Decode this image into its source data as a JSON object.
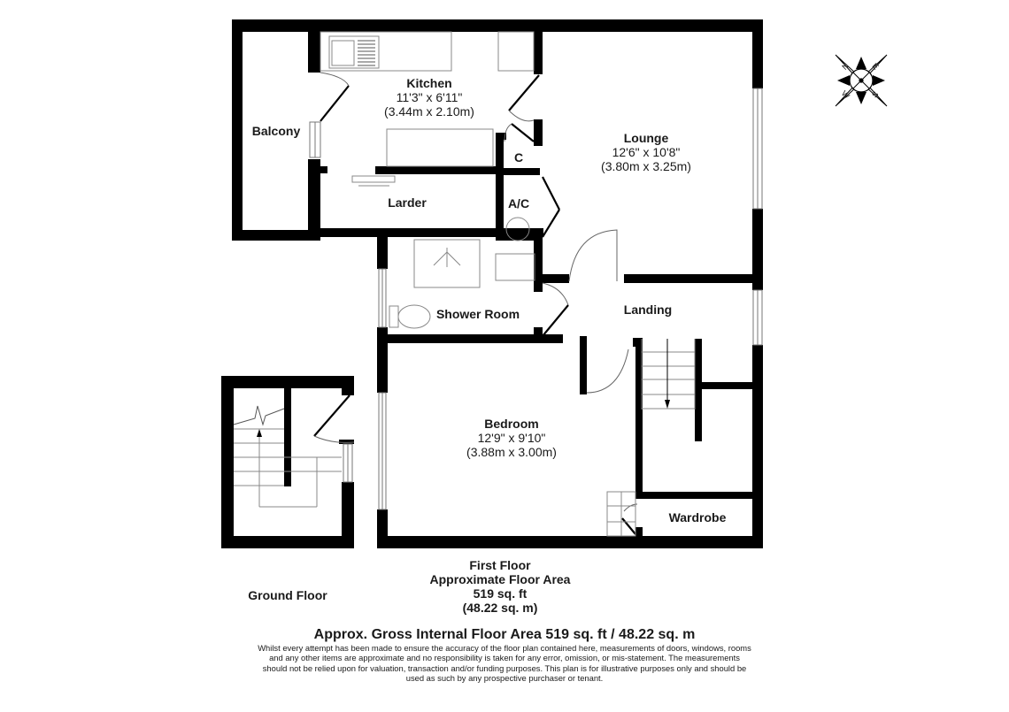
{
  "plan": {
    "rooms": {
      "kitchen": {
        "name": "Kitchen",
        "imperial": "11'3\" x 6'11\"",
        "metric": "(3.44m x 2.10m)"
      },
      "lounge": {
        "name": "Lounge",
        "imperial": "12'6\" x 10'8\"",
        "metric": "(3.80m x 3.25m)"
      },
      "bedroom": {
        "name": "Bedroom",
        "imperial": "12'9\" x 9'10\"",
        "metric": "(3.88m x 3.00m)"
      },
      "balcony": {
        "name": "Balcony"
      },
      "larder": {
        "name": "Larder"
      },
      "cupboard": {
        "name": "C"
      },
      "airing_cupboard": {
        "name": "A/C"
      },
      "shower_room": {
        "name": "Shower Room"
      },
      "landing": {
        "name": "Landing"
      },
      "wardrobe": {
        "name": "Wardrobe"
      }
    },
    "compass": {
      "N": "N",
      "E": "E",
      "S": "S",
      "W": "W"
    },
    "floors": {
      "ground": {
        "label": "Ground Floor"
      },
      "first": {
        "label": "First Floor",
        "area_title": "Approximate Floor Area",
        "area_sqft": "519 sq. ft",
        "area_sqm": "(48.22 sq. m)"
      }
    },
    "footer": {
      "gross_area": "Approx. Gross Internal Floor Area 519 sq. ft / 48.22 sq. m",
      "disclaimer": "Whilst every attempt has been made to ensure the accuracy of the floor plan contained here, measurements of doors, windows, rooms and any other items are approximate and no responsibility is taken for any error, omission, or mis-statement. The measurements should not be relied upon for valuation, transaction and/or funding purposes. This plan is for illustrative purposes only and should be used as such by any prospective purchaser or tenant."
    },
    "colors": {
      "wall": "#000000",
      "fixture": "#888888",
      "background": "#ffffff"
    }
  }
}
